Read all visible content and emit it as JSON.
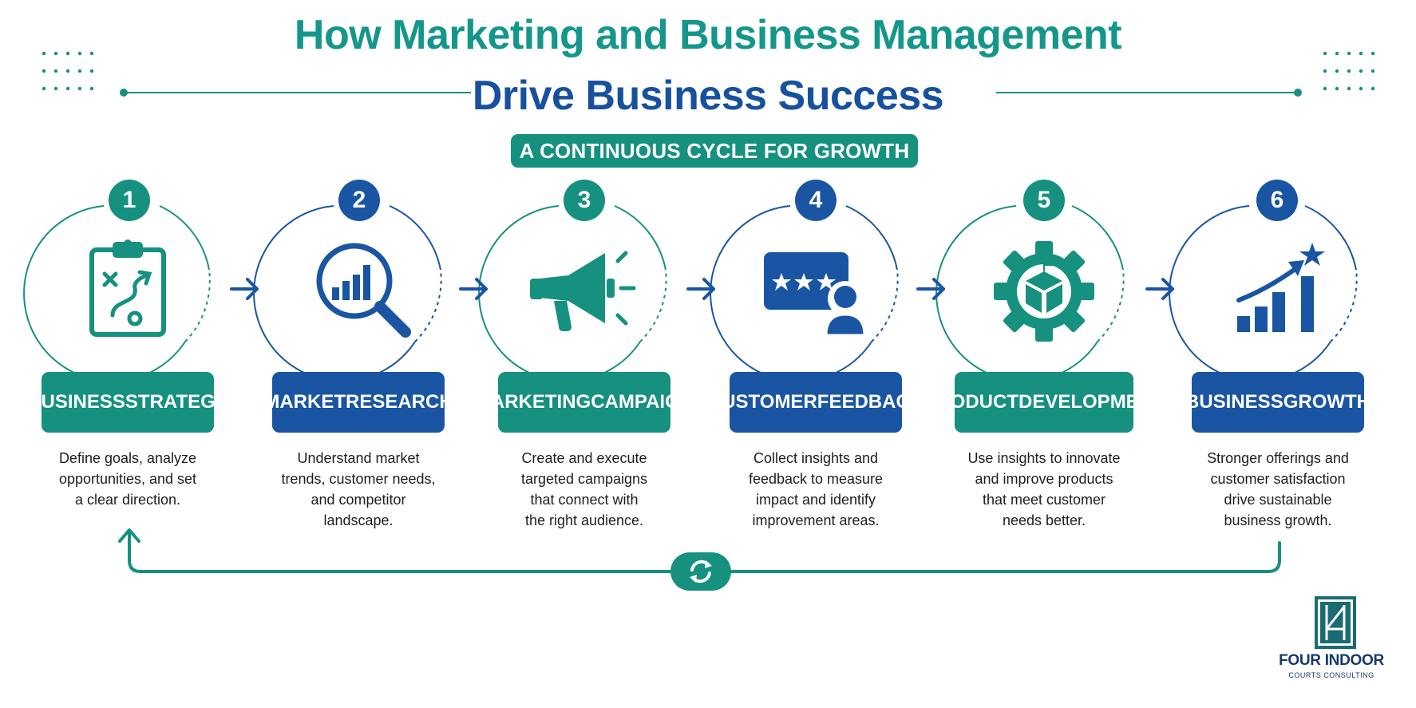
{
  "title": {
    "line1": "How Marketing and Business Management",
    "line2": "Drive Business Success"
  },
  "subtitle": "A CONTINUOUS CYCLE FOR GROWTH",
  "colors": {
    "teal": "#16907F",
    "blue": "#1A55A3",
    "title_teal": "#14978A",
    "title_blue": "#17519E"
  },
  "steps": [
    {
      "number": "1",
      "label": [
        "BUSINESS",
        "STRATEGY"
      ],
      "description": [
        "Define goals, analyze",
        "opportunities, and set",
        "a clear direction."
      ],
      "icon": "clipboard-strategy-icon",
      "color": "teal"
    },
    {
      "number": "2",
      "label": [
        "MARKET",
        "RESEARCH"
      ],
      "description": [
        "Understand market",
        "trends, customer needs,",
        "and competitor",
        "landscape."
      ],
      "icon": "magnifier-chart-icon",
      "color": "blue"
    },
    {
      "number": "3",
      "label": [
        "MARKETING",
        "CAMPAIGN"
      ],
      "description": [
        "Create and execute",
        "targeted campaigns",
        "that connect with",
        "the right audience."
      ],
      "icon": "megaphone-icon",
      "color": "teal"
    },
    {
      "number": "4",
      "label": [
        "CUSTOMER",
        "FEEDBACK"
      ],
      "description": [
        "Collect insights and",
        "feedback to measure",
        "impact and identify",
        "improvement areas."
      ],
      "icon": "rating-customer-icon",
      "color": "blue"
    },
    {
      "number": "5",
      "label": [
        "PRODUCT",
        "DEVELOPMENT"
      ],
      "description": [
        "Use insights to innovate",
        "and improve products",
        "that meet customer",
        "needs better."
      ],
      "icon": "gear-box-icon",
      "color": "teal"
    },
    {
      "number": "6",
      "label": [
        "BUSINESS",
        "GROWTH"
      ],
      "description": [
        "Stronger offerings and",
        "customer satisfaction",
        "drive sustainable",
        "business growth."
      ],
      "icon": "growth-chart-icon",
      "color": "blue"
    }
  ],
  "cycle_icon": "refresh-cycle-icon",
  "logo": {
    "name": "FOUR INDOOR",
    "tagline": "COURTS CONSULTING",
    "mark": "four-indoor-logo-icon"
  }
}
